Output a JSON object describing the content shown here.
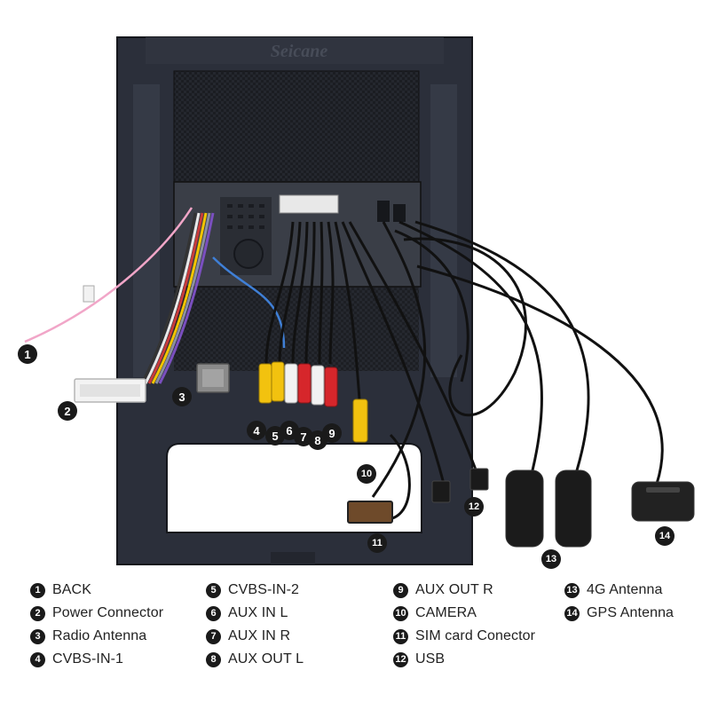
{
  "brand": "Seicane",
  "legend": {
    "columns": [
      [
        {
          "num": "1",
          "label": "BACK"
        },
        {
          "num": "2",
          "label": "Power Connector"
        },
        {
          "num": "3",
          "label": "Radio Antenna"
        },
        {
          "num": "4",
          "label": "CVBS-IN-1"
        }
      ],
      [
        {
          "num": "5",
          "label": "CVBS-IN-2"
        },
        {
          "num": "6",
          "label": "AUX IN L"
        },
        {
          "num": "7",
          "label": "AUX IN R"
        },
        {
          "num": "8",
          "label": "AUX OUT L"
        }
      ],
      [
        {
          "num": "9",
          "label": "AUX OUT R"
        },
        {
          "num": "10",
          "label": "CAMERA"
        },
        {
          "num": "11",
          "label": "SIM card Conector"
        },
        {
          "num": "12",
          "label": "USB"
        }
      ],
      [
        {
          "num": "13",
          "label": "4G Antenna"
        },
        {
          "num": "14",
          "label": "GPS Antenna"
        }
      ]
    ]
  },
  "callouts": [
    "1",
    "2",
    "3",
    "4",
    "5",
    "6",
    "7",
    "8",
    "9",
    "10",
    "11",
    "12",
    "13",
    "14"
  ],
  "colors": {
    "frame": "#2b2f3a",
    "panel": "#1c1f26",
    "rca_yellow": "#f2c20f",
    "rca_red": "#d6262b",
    "rca_white": "#f2f2f2",
    "wire_pink": "#f1a6c8",
    "wire_blue": "#3f7fd6",
    "connector_white": "#f3f3f3",
    "connector_gray": "#8a8a8a"
  }
}
